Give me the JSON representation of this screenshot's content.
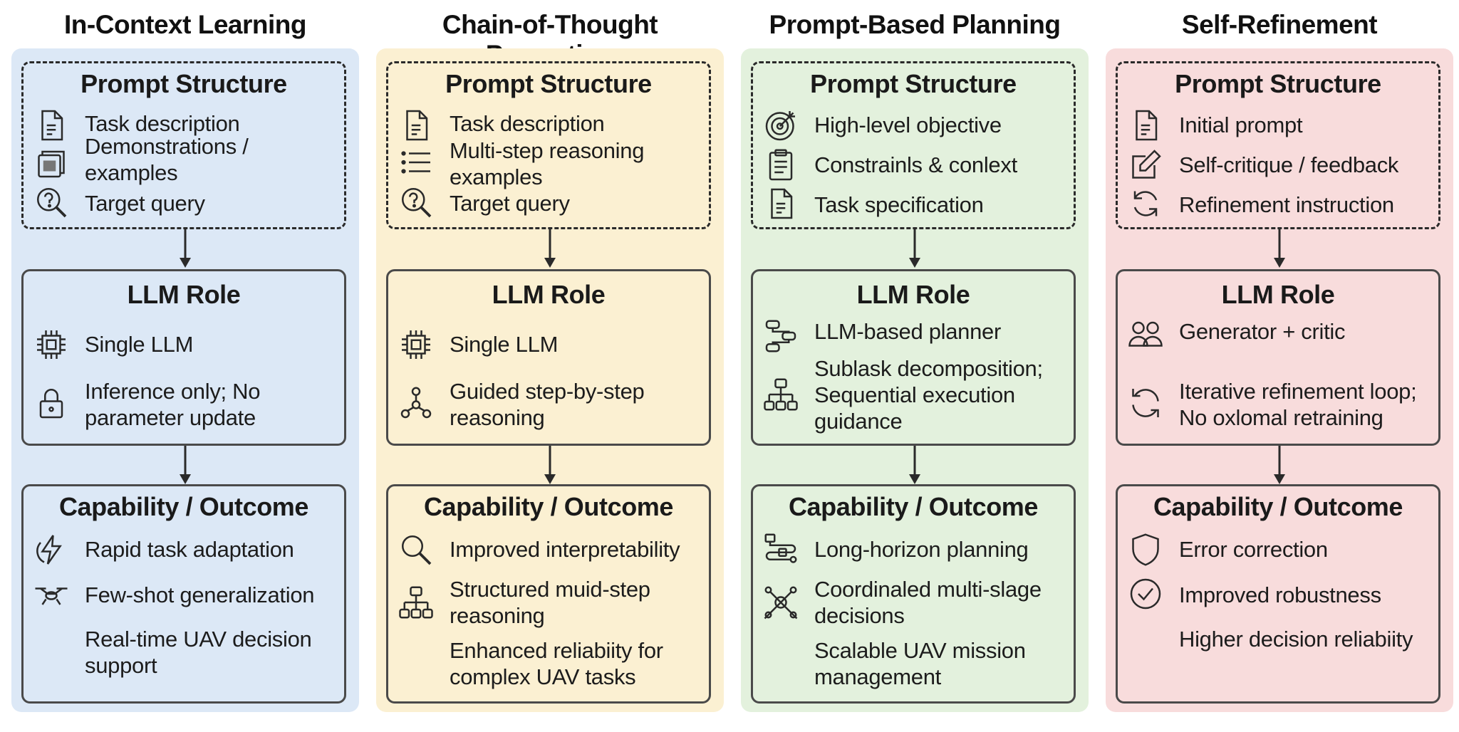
{
  "colors": {
    "icl": "#dce8f6",
    "cot": "#fbf0d2",
    "ppp": "#e3f1dd",
    "sr": "#f8dcdc",
    "stroke": "#2a2a2a"
  },
  "columns": [
    {
      "title": "In-Context Learning",
      "prompt": {
        "title": "Prompt Structure",
        "items": [
          {
            "text": "Task description",
            "icon": "document-icon"
          },
          {
            "text": "Demonstrations / examples",
            "icon": "stack-icon"
          },
          {
            "text": "Target query",
            "icon": "question-search-icon"
          }
        ]
      },
      "role": {
        "title": "LLM Role",
        "items": [
          {
            "text": "Single LLM",
            "icon": "chip-icon"
          },
          {
            "text": "Inference only; No parameter update",
            "icon": "lock-icon"
          }
        ]
      },
      "cap": {
        "title": "Capability / Outcome",
        "items": [
          {
            "text": "Rapid task adaptation",
            "icon": "lightning-icon"
          },
          {
            "text": "Few-shot generalization",
            "icon": "drone-icon"
          },
          {
            "text": "Real-time UAV decision support",
            "icon": ""
          }
        ]
      }
    },
    {
      "title": "Chain-of-Thought Prompting",
      "prompt": {
        "title": "Prompt Structure",
        "items": [
          {
            "text": "Task description",
            "icon": "document-icon"
          },
          {
            "text": "Multi-step reasoning examples",
            "icon": "list-icon"
          },
          {
            "text": "Target query",
            "icon": "question-search-icon"
          }
        ]
      },
      "role": {
        "title": "LLM Role",
        "items": [
          {
            "text": "Single LLM",
            "icon": "chip-icon"
          },
          {
            "text": "Guided step-by-step reasoning",
            "icon": "tree-icon"
          }
        ]
      },
      "cap": {
        "title": "Capability / Outcome",
        "items": [
          {
            "text": "Improved interpretability",
            "icon": "magnifier-icon"
          },
          {
            "text": "Structured muid-step reasoning",
            "icon": "hierarchy-icon"
          },
          {
            "text": "Enhanced reliabiity for complex UAV tasks",
            "icon": ""
          }
        ]
      }
    },
    {
      "title": "Prompt-Based Planning",
      "prompt": {
        "title": "Prompt Structure",
        "items": [
          {
            "text": "High-level objective",
            "icon": "target-icon"
          },
          {
            "text": "Constrainls & conlext",
            "icon": "clipboard-icon"
          },
          {
            "text": "Task specification",
            "icon": "document-icon"
          }
        ]
      },
      "role": {
        "title": "LLM Role",
        "items": [
          {
            "text": "LLM-based planner",
            "icon": "flowchart-icon"
          },
          {
            "text": "Sublask decomposition; Sequential execution guidance",
            "icon": "hierarchy-icon"
          }
        ]
      },
      "cap": {
        "title": "Capability / Outcome",
        "items": [
          {
            "text": "Long-horizon planning",
            "icon": "route-icon"
          },
          {
            "text": "Coordinaled multi-slage decisions",
            "icon": "network-icon"
          },
          {
            "text": "Scalable UAV mission management",
            "icon": ""
          }
        ]
      }
    },
    {
      "title": "Self-Refinement",
      "prompt": {
        "title": "Prompt Structure",
        "items": [
          {
            "text": "Initial prompt",
            "icon": "document-icon"
          },
          {
            "text": "Self-critique / feedback",
            "icon": "edit-icon"
          },
          {
            "text": "Refinement instruction",
            "icon": "refresh-icon"
          }
        ]
      },
      "role": {
        "title": "LLM Role",
        "items": [
          {
            "text": "Generator + critic",
            "icon": "users-icon"
          },
          {
            "text": "Iterative refinement loop; No oxlomal retraining",
            "icon": "cycle-icon"
          }
        ]
      },
      "cap": {
        "title": "Capability / Outcome",
        "items": [
          {
            "text": "Error correction",
            "icon": "shield-icon"
          },
          {
            "text": "Improved robustness",
            "icon": "check-circle-icon"
          },
          {
            "text": "Higher decision reliabiity",
            "icon": ""
          }
        ]
      }
    }
  ]
}
